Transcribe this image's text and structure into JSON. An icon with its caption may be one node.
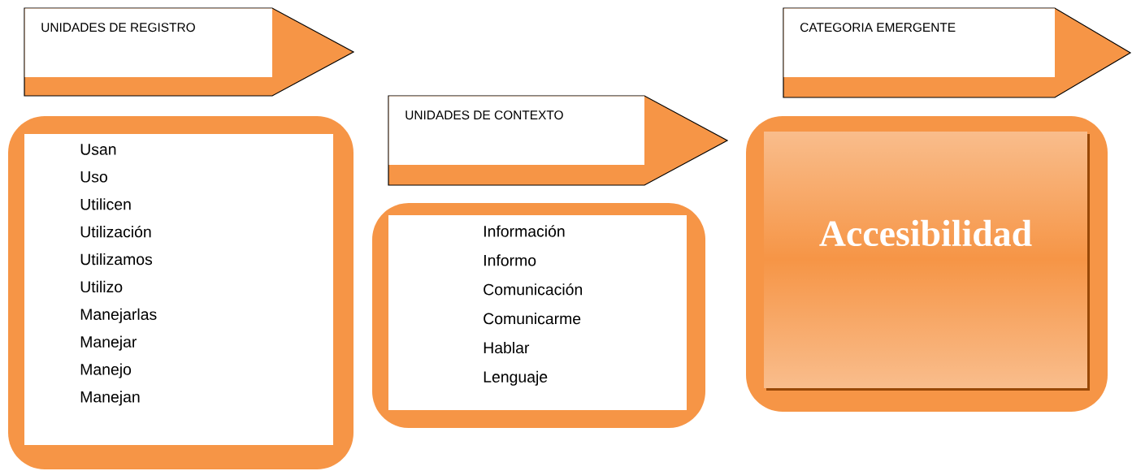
{
  "diagram": {
    "nodes": [
      {
        "text": [
          "UNIDADES DE REGISTRO"
        ]
      },
      {
        "text": [
          "Usan",
          "Uso",
          "Utilicen",
          "Utilización",
          "Utilizamos",
          "Utilizo",
          "Manejarlas",
          "Manejar",
          "Manejo",
          "Manejan"
        ]
      },
      {
        "text": [
          "UNIDADES DE CONTEXTO"
        ]
      },
      {
        "text": [
          "Información",
          "Informo",
          "Comunicación",
          "Comunicarme",
          "Hablar",
          "Lenguaje"
        ]
      },
      {
        "text": [
          "CATEGORIA EMERGENTE"
        ]
      },
      {
        "text": [
          "Accesibilidad"
        ]
      }
    ]
  }
}
